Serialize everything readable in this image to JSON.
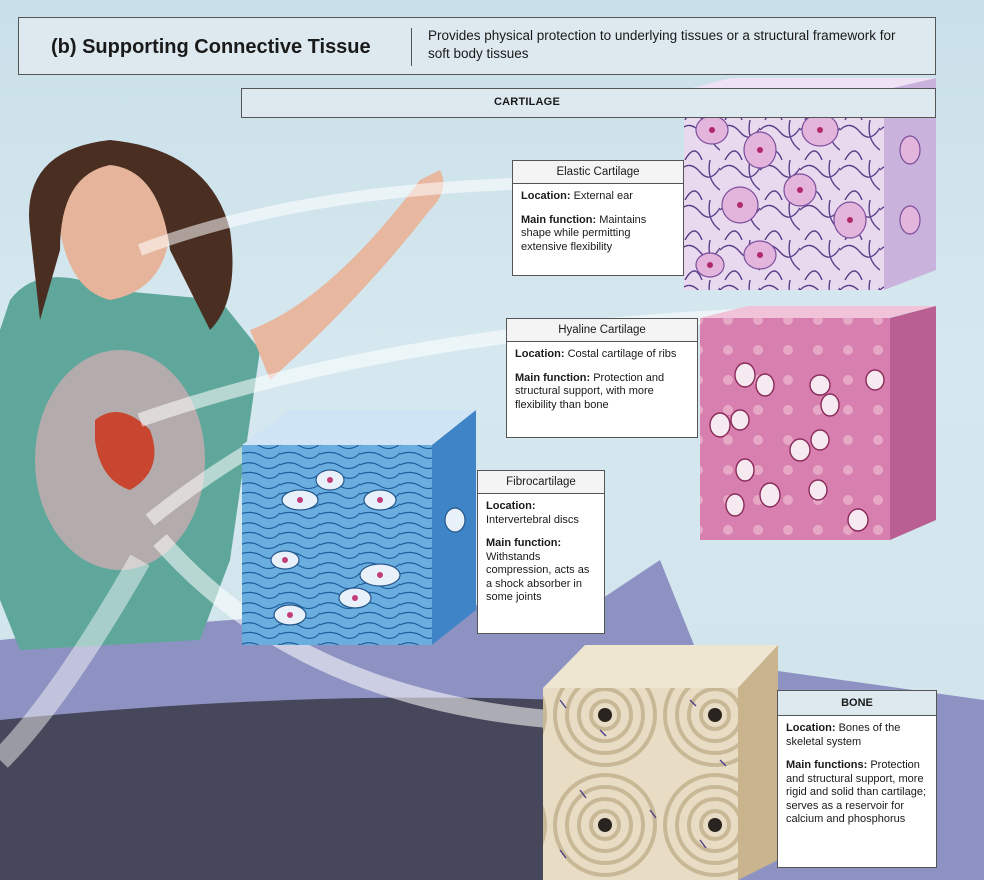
{
  "header": {
    "title": "(b) Supporting Connective Tissue",
    "description": "Provides physical protection to underlying tissues or a structural framework for soft body tissues"
  },
  "cartilage_label": "CARTILAGE",
  "elastic": {
    "title": "Elastic Cartilage",
    "location_label": "Location:",
    "location": "External ear",
    "function_label": "Main function:",
    "function": "Maintains shape while permitting extensive flexibility"
  },
  "hyaline": {
    "title": "Hyaline Cartilage",
    "location_label": "Location:",
    "location": "Costal cartilage of ribs",
    "function_label": "Main function:",
    "function": "Protection and structural support, with more flexibility than bone"
  },
  "fibro": {
    "title": "Fibrocartilage",
    "location_label": "Location:",
    "location": "Intervertebral discs",
    "function_label": "Main function:",
    "function": "Withstands compression, acts as a shock absorber in some joints"
  },
  "bone": {
    "title": "BONE",
    "location_label": "Location:",
    "location": "Bones of the skeletal system",
    "function_label": "Main functions:",
    "function": "Protection and structural support, more rigid and solid than cartilage; serves as a reservoir for calcium and phosphorus"
  },
  "colors": {
    "elastic": "#b89ad0",
    "hyaline": "#d77fae",
    "fibro": "#5a9fd8",
    "bone": "#e8dcc4",
    "car": "#8e92c2"
  }
}
